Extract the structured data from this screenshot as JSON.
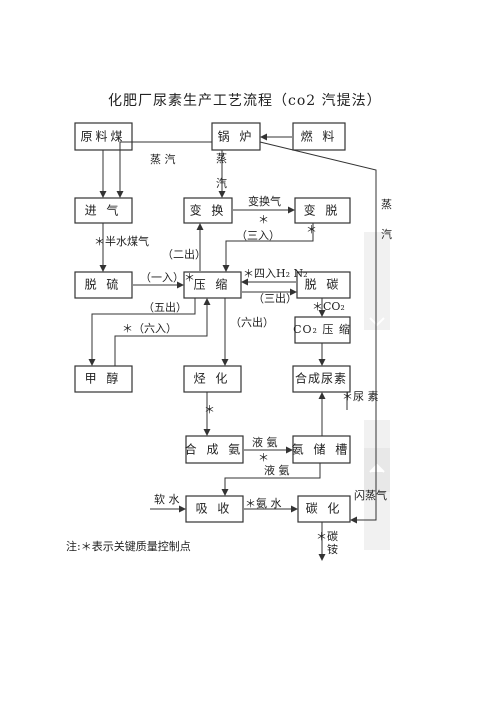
{
  "title": "化肥厂尿素生产工艺流程（co2 汽提法）",
  "boxes": {
    "raw_coal": "原料煤",
    "boiler": "锅 炉",
    "fuel": "燃 料",
    "intake": "进 气",
    "shift": "变 换",
    "shift_removal": "变 脱",
    "desulf": "脱 硫",
    "compress": "压 缩",
    "decarb": "脱 碳",
    "co2_compress": "CO₂ 压 缩",
    "methanol": "甲 醇",
    "hydrocarbon": "烃 化",
    "urea_synth": "合成尿素",
    "ammonia_synth": "合 成 氨",
    "ammonia_tank": "氨 储 槽",
    "absorb": "吸 收",
    "carbonize": "碳 化"
  },
  "labels": {
    "steam_h": "蒸 汽",
    "steam_v1": "蒸",
    "steam_v2": "汽",
    "shifted_gas": "变换气",
    "semi_water_gas": "＊半水煤气",
    "out2": "（二出）",
    "in3": "（三入）",
    "in1": "（一入）＊",
    "in4": "＊四入H₂ N₂",
    "out3": "（三出）",
    "out5": "（五出）",
    "in6": "＊（六入）",
    "out6": "（六出）",
    "co2": "＊CO₂",
    "urea": "＊尿 素",
    "liquid_ammonia": "液 氨",
    "liquid_ammonia2": "液 氨",
    "soft_water": "软 水",
    "ammonia_water": "＊氨 水",
    "offgas": "闪蒸气",
    "ammonium": "＊碳",
    "ammonium2": "铵",
    "right_steam1": "蒸",
    "right_steam2": "汽",
    "star": "＊"
  },
  "note": "注:＊表示关键质量控制点",
  "colors": {
    "line": "#333333",
    "scrollbar": "#f1f1f1"
  }
}
